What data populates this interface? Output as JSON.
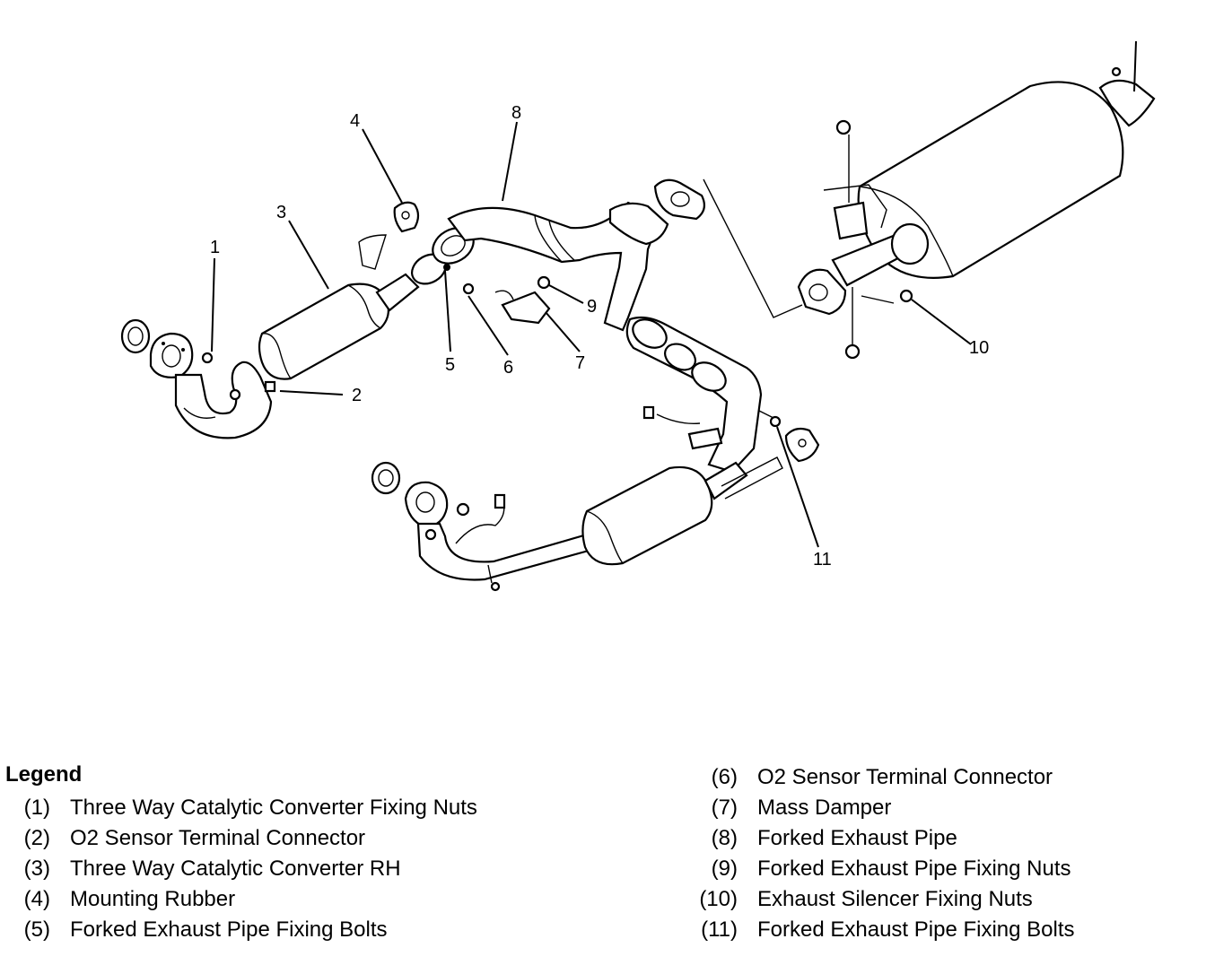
{
  "callouts": [
    "1",
    "2",
    "3",
    "4",
    "5",
    "6",
    "7",
    "8",
    "9",
    "10",
    "11"
  ],
  "legend": {
    "title": "Legend",
    "items": [
      {
        "num": "(1)",
        "text": "Three Way Catalytic Converter Fixing Nuts"
      },
      {
        "num": "(2)",
        "text": "O2 Sensor Terminal Connector"
      },
      {
        "num": "(3)",
        "text": "Three Way Catalytic Converter RH"
      },
      {
        "num": "(4)",
        "text": "Mounting Rubber"
      },
      {
        "num": "(5)",
        "text": "Forked Exhaust Pipe Fixing Bolts"
      },
      {
        "num": "(6)",
        "text": "O2 Sensor Terminal Connector"
      },
      {
        "num": "(7)",
        "text": "Mass Damper"
      },
      {
        "num": "(8)",
        "text": "Forked Exhaust Pipe"
      },
      {
        "num": "(9)",
        "text": "Forked Exhaust Pipe Fixing Nuts"
      },
      {
        "num": "(10)",
        "text": "Exhaust Silencer Fixing Nuts"
      },
      {
        "num": "(11)",
        "text": "Forked Exhaust Pipe Fixing Bolts"
      }
    ]
  }
}
